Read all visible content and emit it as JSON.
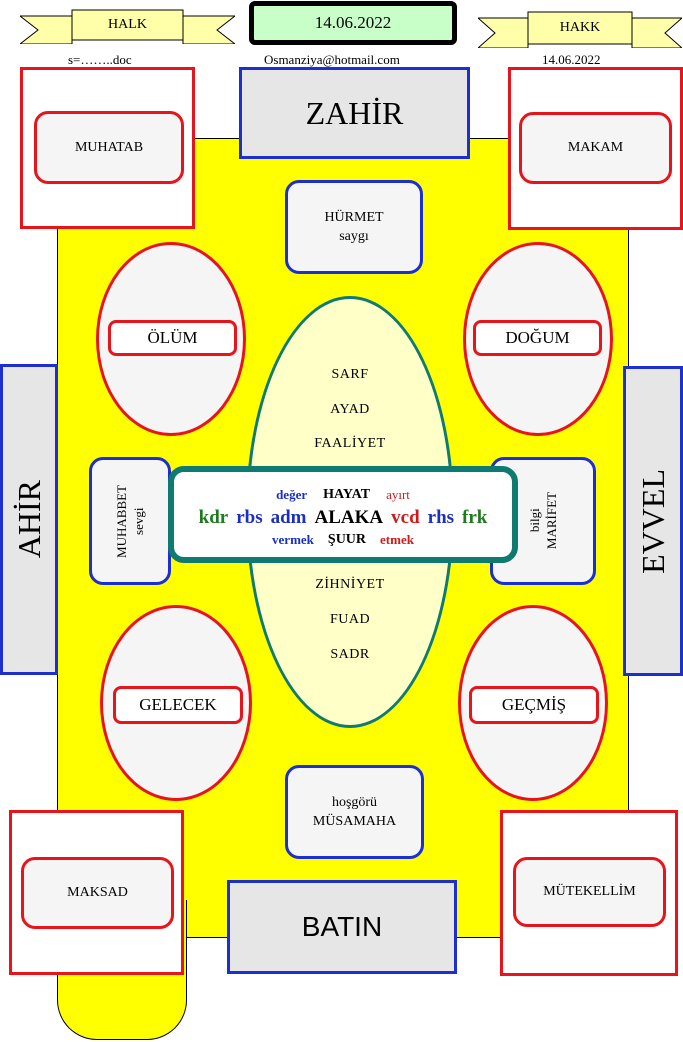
{
  "header": {
    "left_ribbon": "HALK",
    "right_ribbon": "HAKK",
    "date_box": "14.06.2022",
    "left_sub": "s=……..doc",
    "email": "Osmanziya@hotmail.com",
    "right_date": "14.06.2022"
  },
  "sides": {
    "top": "ZAHİR",
    "bottom": "BATIN",
    "left": "AHİR",
    "right": "EVVEL"
  },
  "corners": {
    "top_left": "MUHATAB",
    "top_right": "MAKAM",
    "bottom_left": "MAKSAD",
    "bottom_right": "MÜTEKELLİM"
  },
  "top_center": {
    "line1": "HÜRMET",
    "line2": "saygı"
  },
  "bottom_center": {
    "line1": "hoşgörü",
    "line2": "MÜSAMAHA"
  },
  "ovals": {
    "top_left": "ÖLÜM",
    "top_right": "DOĞUM",
    "bottom_left": "GELECEK",
    "bottom_right": "GEÇMİŞ"
  },
  "left_box": {
    "line1": "MUHABBET",
    "line2": "sevgi"
  },
  "right_box": {
    "line1": "bilgi",
    "line2": "MARİFET"
  },
  "center_oval": {
    "top_words": [
      "SARF",
      "AYAD",
      "FAALİYET"
    ],
    "bottom_words": [
      "ZİHNİYET",
      "FUAD",
      "SADR"
    ]
  },
  "center_box": {
    "row1": {
      "left": "değer",
      "mid": "HAYAT",
      "right": "ayırt"
    },
    "row2": {
      "a": "kdr",
      "b": "rbs",
      "c": "adm",
      "mid": "ALAKA",
      "d": "vcd",
      "e": "rhs",
      "f": "frk"
    },
    "row3": {
      "left": "vermek",
      "mid": "ŞUUR",
      "right": "etmek"
    }
  },
  "colors": {
    "yellow_bg": "#ffff00",
    "red_border": "#e8141c",
    "blue_border": "#1e2fd0",
    "teal_border": "#0f7a70",
    "ribbon_fill": "#ffffaa",
    "date_box_fill": "#c8ffc8"
  }
}
